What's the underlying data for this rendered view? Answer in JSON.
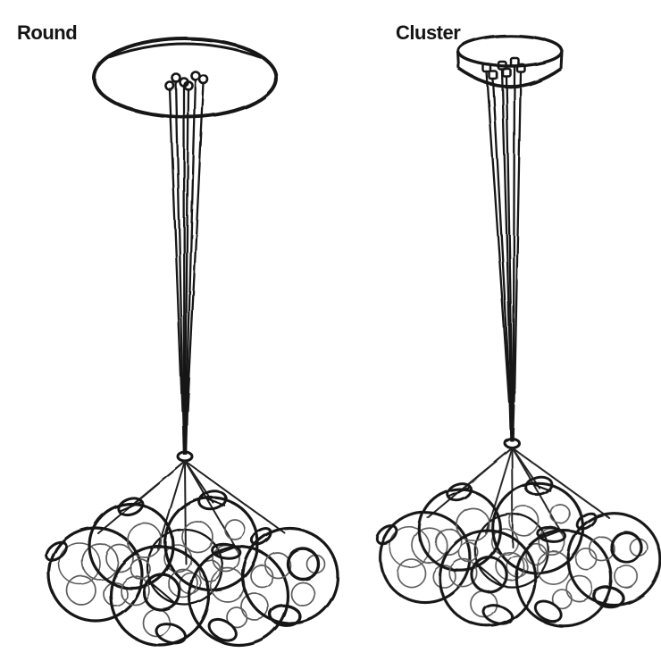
{
  "palette": {
    "background": "#ffffff",
    "ink": "#161616",
    "sketch_gray": "#5c5c5c"
  },
  "diagrams": [
    {
      "label": "Round",
      "canopy_shape": "wide flat oval ceiling canopy",
      "visible_cords": 6,
      "bubble_spheres": 7
    },
    {
      "label": "Cluster",
      "canopy_shape": "round drum ceiling canopy",
      "visible_cords": 6,
      "bubble_spheres": 7
    }
  ]
}
